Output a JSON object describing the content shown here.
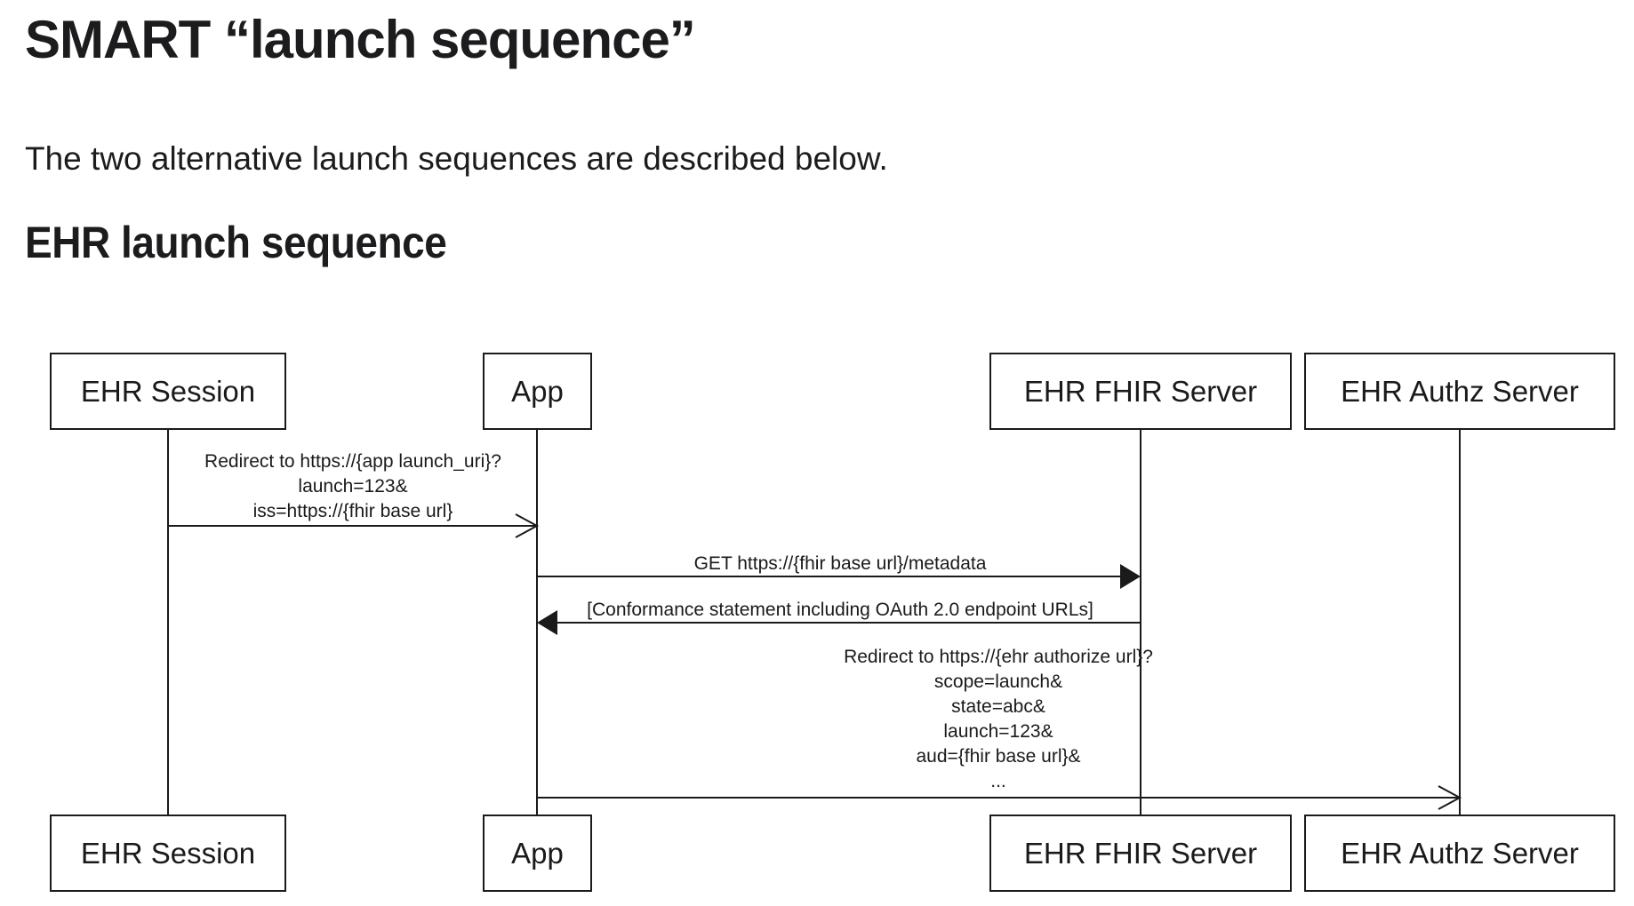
{
  "page": {
    "title": "SMART “launch sequence”",
    "intro": "The two alternative launch sequences are described below.",
    "section_heading": "EHR launch sequence"
  },
  "diagram": {
    "type": "uml-sequence",
    "actors": [
      {
        "name": "EHR Session"
      },
      {
        "name": "App"
      },
      {
        "name": "EHR FHIR Server"
      },
      {
        "name": "EHR Authz Server"
      }
    ],
    "messages": [
      {
        "from": "EHR Session",
        "to": "App",
        "arrow": "open",
        "lines": [
          "Redirect to https://{app launch_uri}?",
          "launch=123&",
          "iss=https://{fhir base url}"
        ]
      },
      {
        "from": "App",
        "to": "EHR FHIR Server",
        "arrow": "filled",
        "lines": [
          "GET https://{fhir base url}/metadata"
        ]
      },
      {
        "from": "EHR FHIR Server",
        "to": "App",
        "arrow": "filled",
        "lines": [
          "[Conformance statement including OAuth 2.0 endpoint URLs]"
        ]
      },
      {
        "from": "App",
        "to": "EHR Authz Server",
        "arrow": "open",
        "lines": [
          "Redirect to https://{ehr authorize url}?",
          "scope=launch&",
          "state=abc&",
          "launch=123&",
          "aud={fhir base url}&",
          "..."
        ]
      }
    ],
    "colors": {
      "line": "#1a1a1a",
      "text": "#1a1a1a",
      "box_fill": "#ffffff",
      "background": "#ffffff"
    }
  }
}
